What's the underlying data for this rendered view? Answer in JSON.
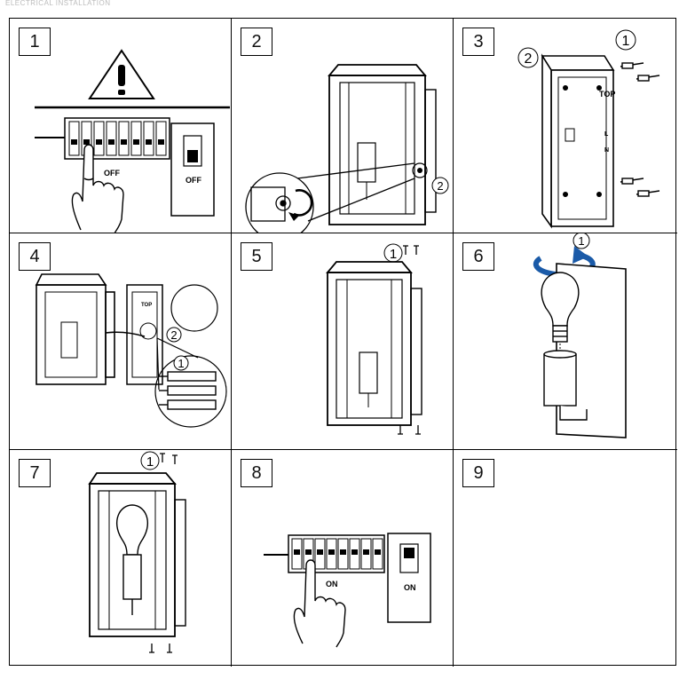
{
  "header_text": "ELECTRICAL INSTALLATION",
  "steps": [
    {
      "number": "1",
      "labels": {
        "off_breaker": "OFF",
        "off_switch": "OFF"
      }
    },
    {
      "number": "2",
      "callouts": [
        "2"
      ]
    },
    {
      "number": "3",
      "callouts": [
        "1",
        "2"
      ],
      "labels": {
        "top": "TOP",
        "l": "L",
        "n": "N"
      }
    },
    {
      "number": "4",
      "callouts": [
        "1",
        "2"
      ],
      "labels": {
        "top": "TOP"
      }
    },
    {
      "number": "5",
      "callouts": [
        "1"
      ]
    },
    {
      "number": "6",
      "callouts": [
        "1"
      ]
    },
    {
      "number": "7",
      "callouts": [
        "1"
      ]
    },
    {
      "number": "8",
      "labels": {
        "on_breaker": "ON",
        "on_switch": "ON"
      }
    },
    {
      "number": "9"
    }
  ]
}
